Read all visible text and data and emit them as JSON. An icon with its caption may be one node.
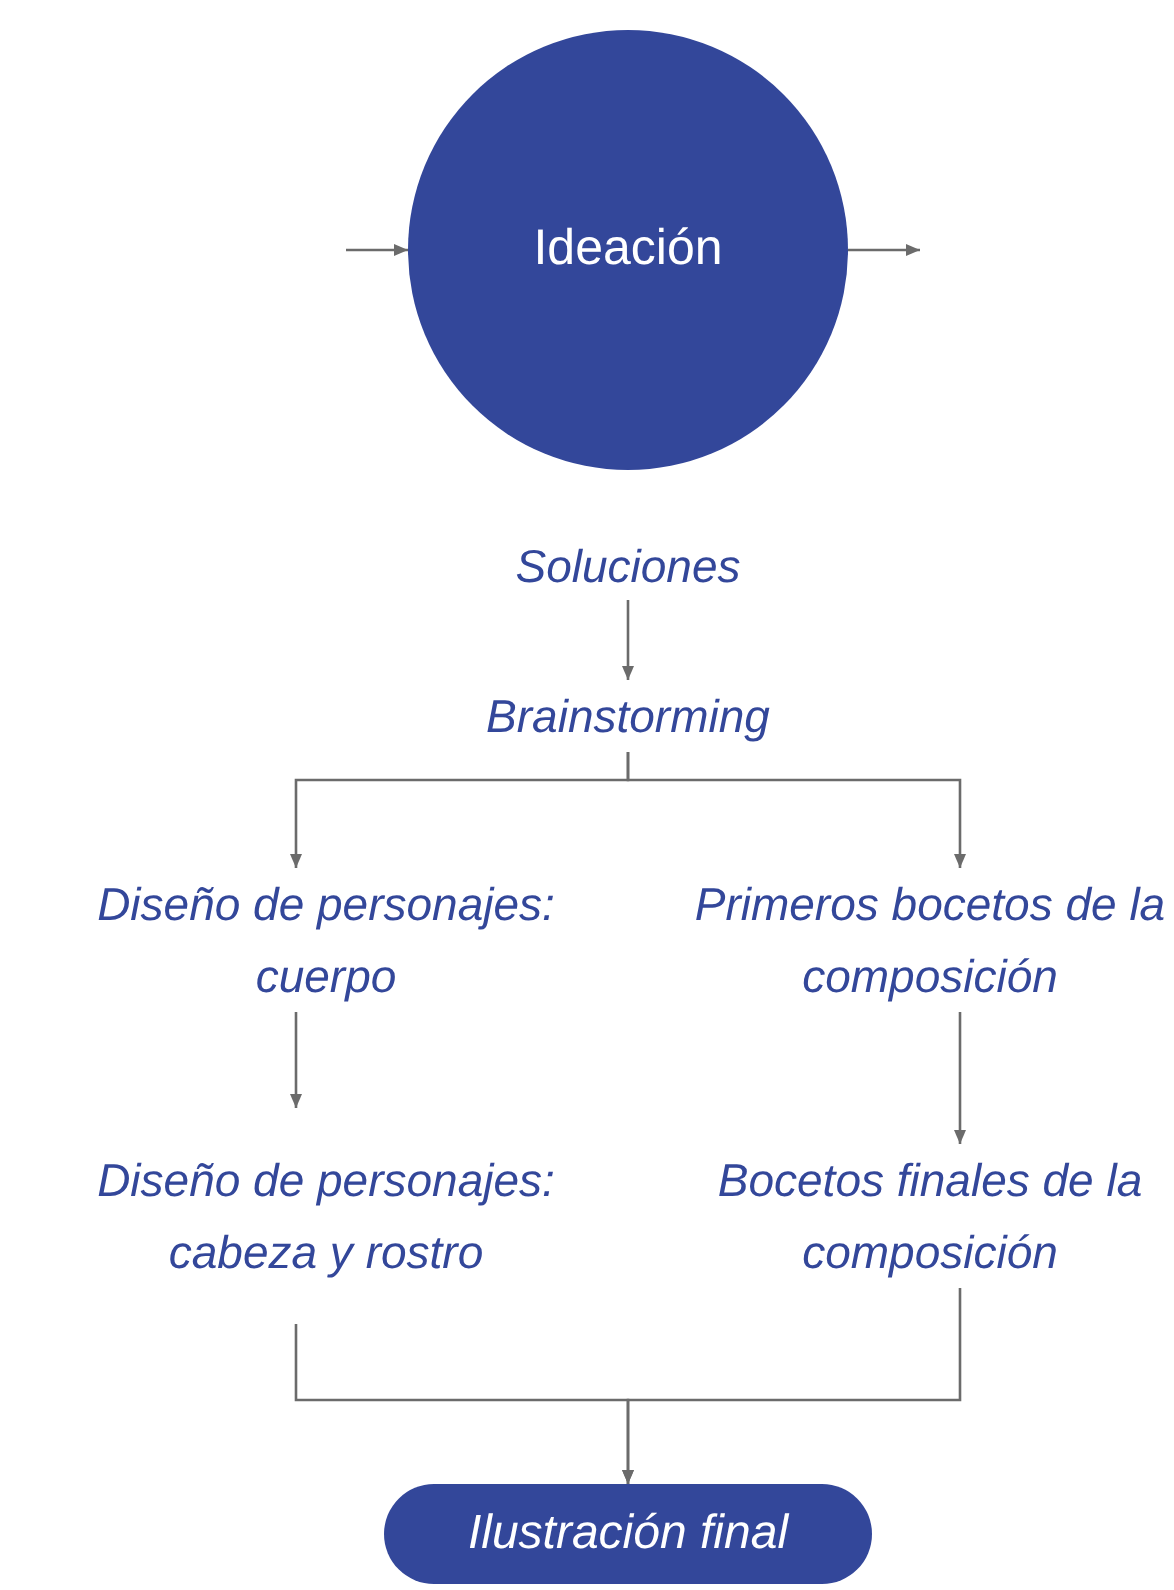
{
  "diagram": {
    "nodes": [
      {
        "text": [
          "Ideación"
        ]
      },
      {
        "text": [
          "Soluciones"
        ]
      },
      {
        "text": [
          "Brainstorming"
        ]
      },
      {
        "text": [
          "Diseño de personajes: cuerpo"
        ]
      },
      {
        "text": [
          "Primeros bocetos de la composición"
        ]
      },
      {
        "text": [
          "Diseño de personajes: cabeza y rostro"
        ]
      },
      {
        "text": [
          "Bocetos finales de la composición"
        ]
      },
      {
        "text": [
          "Ilustración final"
        ]
      }
    ],
    "edges": [
      {
        "from": null,
        "to": 0,
        "arrow": "to"
      },
      {
        "from": 0,
        "to": null,
        "arrow": "to"
      },
      {
        "from": 1,
        "to": 2,
        "arrow": "to"
      },
      {
        "from": 2,
        "to": 3,
        "arrow": "to"
      },
      {
        "from": 2,
        "to": 4,
        "arrow": "to"
      },
      {
        "from": 3,
        "to": 5,
        "arrow": "to"
      },
      {
        "from": 4,
        "to": 6,
        "arrow": "to"
      },
      {
        "from": 5,
        "to": 7,
        "arrow": "to"
      },
      {
        "from": 6,
        "to": 7,
        "arrow": "to"
      }
    ]
  }
}
